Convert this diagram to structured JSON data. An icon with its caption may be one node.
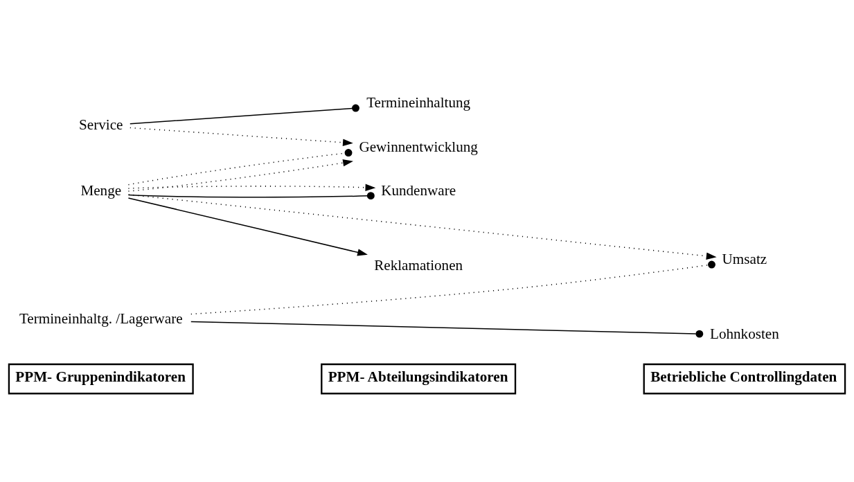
{
  "diagram": {
    "nodes": [
      {
        "text": [
          "Service"
        ]
      },
      {
        "text": [
          "Termineinhaltung"
        ]
      },
      {
        "text": [
          "Kundenware"
        ]
      },
      {
        "text": [
          "Menge"
        ]
      },
      {
        "text": [
          "Gewinnentwicklung"
        ]
      },
      {
        "text": [
          "Umsatz"
        ]
      },
      {
        "text": [
          "Reklamationen"
        ]
      },
      {
        "text": [
          "Lohnkosten"
        ]
      },
      {
        "text": [
          "Termineinhaltg. /Lagerware"
        ]
      }
    ],
    "edges": [
      {
        "from": 0,
        "to": 1,
        "arrow": "other"
      },
      {
        "from": 0,
        "to": 4,
        "arrow": "to",
        "style": "dashed"
      },
      {
        "from": 3,
        "to": 2,
        "arrow": "other"
      },
      {
        "from": 3,
        "to": 2,
        "arrow": "to",
        "style": "dashed"
      },
      {
        "from": 3,
        "to": 4,
        "arrow": "to",
        "style": "dashed"
      },
      {
        "from": 3,
        "to": 4,
        "arrow": "other",
        "style": "dashed"
      },
      {
        "from": 3,
        "to": 5,
        "arrow": "to",
        "style": "dashed"
      },
      {
        "from": 3,
        "to": 6,
        "arrow": "to"
      },
      {
        "from": 8,
        "to": 5,
        "arrow": "other",
        "style": "dashed"
      },
      {
        "from": 8,
        "to": 7,
        "arrow": "other"
      }
    ],
    "labels": [
      "PPM- Gruppenindikatoren",
      "PPM- Abteilungsindikatoren",
      "Betriebliche Controllingdaten"
    ]
  }
}
